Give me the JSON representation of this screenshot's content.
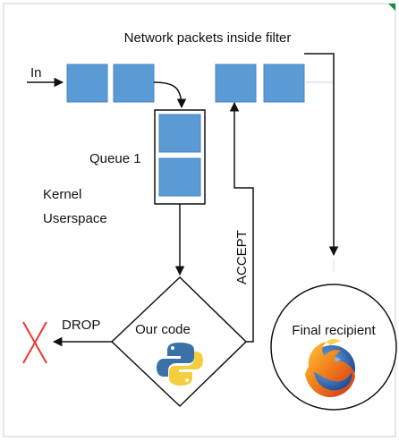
{
  "title": "Network packets inside filter",
  "input_label": "In",
  "queue_label": "Queue 1",
  "kernel_label": "Kernel",
  "userspace_label": "Userspace",
  "decision_label": "Our code",
  "accept_label": "ACCEPT",
  "drop_label": "DROP",
  "recipient_label": "Final recipient",
  "icons": {
    "decision_icon": "python-logo-icon",
    "recipient_icon": "firefox-logo-icon",
    "drop_icon": "red-x-icon"
  },
  "colors": {
    "packet_fill": "#5b9bd5",
    "packet_stroke": "#4a86c0",
    "drop_mark": "#e8382e",
    "python_blue": "#3a72a8",
    "python_yellow": "#f5cd3e"
  }
}
